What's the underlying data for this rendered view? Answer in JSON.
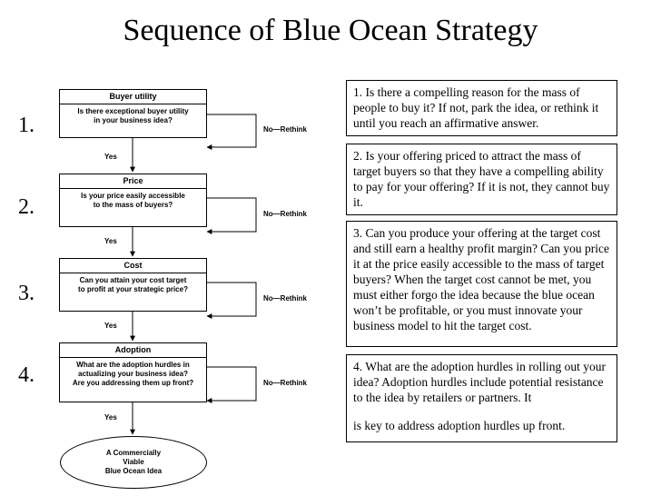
{
  "title": "Sequence of Blue Ocean Strategy",
  "steps": [
    {
      "number": "1.",
      "box_header": "Buyer utility",
      "box_body": "Is there exceptional buyer utility\nin your business idea?",
      "yes_label": "Yes",
      "no_label": "No—Rethink"
    },
    {
      "number": "2.",
      "box_header": "Price",
      "box_body": "Is your price easily accessible\nto the mass of buyers?",
      "yes_label": "Yes",
      "no_label": "No—Rethink"
    },
    {
      "number": "3.",
      "box_header": "Cost",
      "box_body": "Can you attain your cost target\nto profit at your strategic price?",
      "yes_label": "Yes",
      "no_label": "No—Rethink"
    },
    {
      "number": "4.",
      "box_header": "Adoption",
      "box_body": "What are the adoption hurdles in\nactualizing your business idea?\nAre you addressing them up front?",
      "yes_label": "Yes",
      "no_label": "No—Rethink"
    }
  ],
  "outcome": {
    "text": "A Commercially\nViable\nBlue Ocean Idea"
  },
  "panels": [
    {
      "id": "panel-1",
      "paragraphs": [
        "1. Is there a compelling reason for the mass of people to buy it?  If not, park the idea, or rethink it until you reach an affirmative answer."
      ]
    },
    {
      "id": "panel-2",
      "paragraphs": [
        "2. Is your offering priced to attract the mass of target buyers so that they have a compelling ability to pay for your offering?  If it is not, they cannot buy it."
      ]
    },
    {
      "id": "panel-3",
      "paragraphs": [
        "3. Can you produce your offering at the target cost and still earn a healthy profit margin?  Can you price it at the price easily accessible to the mass of target buyers?  When the target cost cannot be met, you must either forgo the idea because the blue ocean won’t be profitable, or you must innovate your business model to hit the target cost."
      ]
    },
    {
      "id": "panel-4",
      "paragraphs": [
        "4. What are the adoption hurdles in rolling out your idea?  Adoption hurdles include potential resistance to the idea by retailers or partners.  It",
        "is key to address adoption hurdles up front."
      ]
    }
  ],
  "colors": {
    "background": "#ffffff",
    "ink": "#000000"
  }
}
